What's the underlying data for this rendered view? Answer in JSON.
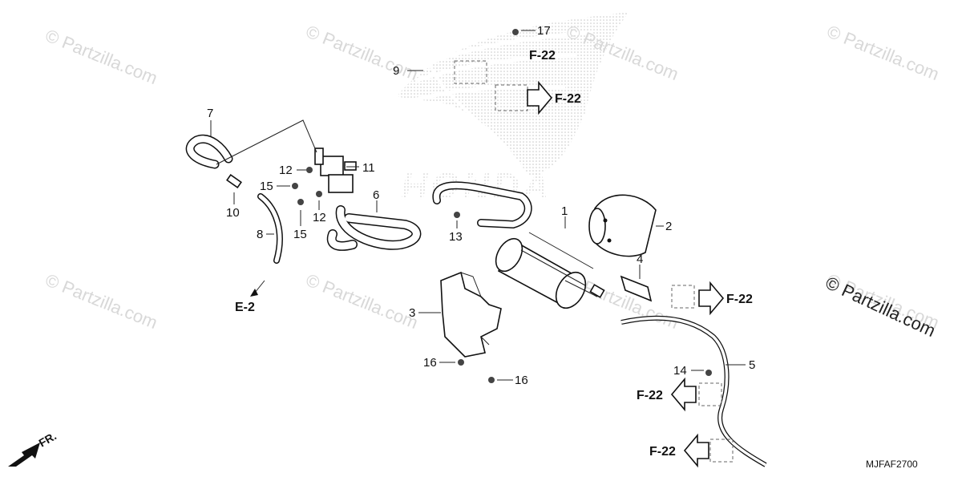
{
  "watermarks": [
    {
      "text": "© Partzilla.com"
    },
    {
      "text": "© Partzilla.com"
    },
    {
      "text": "© Partzilla.com"
    },
    {
      "text": "© Partzilla.com"
    },
    {
      "text": "© Partzilla.com"
    },
    {
      "text": "© Partzilla.com"
    },
    {
      "text": "© Partzilla.com"
    },
    {
      "text": "© Partzilla.com"
    }
  ],
  "brand_watermark": "HONDA",
  "side_watermark": "© Partzilla.com",
  "callouts": [
    {
      "id": "1",
      "label": "1"
    },
    {
      "id": "2",
      "label": "2"
    },
    {
      "id": "3",
      "label": "3"
    },
    {
      "id": "4",
      "label": "4"
    },
    {
      "id": "5",
      "label": "5"
    },
    {
      "id": "6",
      "label": "6"
    },
    {
      "id": "7",
      "label": "7"
    },
    {
      "id": "8",
      "label": "8"
    },
    {
      "id": "9",
      "label": "9"
    },
    {
      "id": "10",
      "label": "10"
    },
    {
      "id": "11",
      "label": "11"
    },
    {
      "id": "12a",
      "label": "12"
    },
    {
      "id": "12b",
      "label": "12"
    },
    {
      "id": "13",
      "label": "13"
    },
    {
      "id": "14",
      "label": "14"
    },
    {
      "id": "15a",
      "label": "15"
    },
    {
      "id": "15b",
      "label": "15"
    },
    {
      "id": "16a",
      "label": "16"
    },
    {
      "id": "16b",
      "label": "16"
    },
    {
      "id": "17",
      "label": "17"
    }
  ],
  "refs": [
    {
      "id": "f22-top",
      "label": "F-22"
    },
    {
      "id": "f22-upper",
      "label": "F-22"
    },
    {
      "id": "f22-mid",
      "label": "F-22"
    },
    {
      "id": "f22-lower",
      "label": "F-22"
    },
    {
      "id": "f22-bottom",
      "label": "F-22"
    },
    {
      "id": "e2",
      "label": "E-2"
    }
  ],
  "front_indicator": "FR.",
  "diagram_code": "MJFAF2700",
  "colors": {
    "ink": "#111111",
    "watermark": "#d8d8d8",
    "dots": "#9a9a9a"
  }
}
